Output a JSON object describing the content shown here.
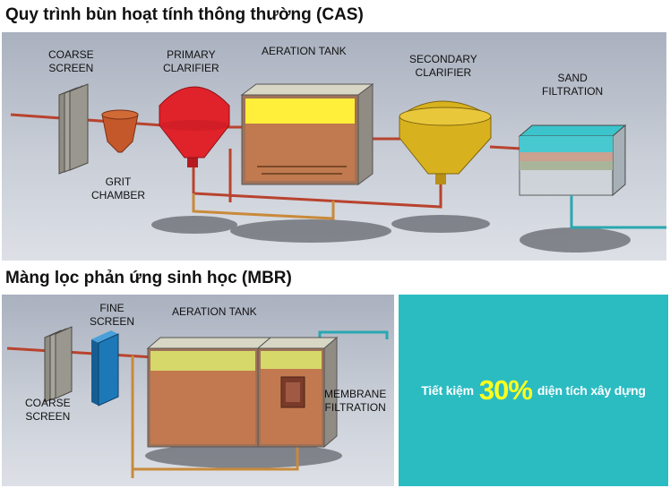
{
  "cas": {
    "title": "Quy trình bùn hoạt tính thông thường (CAS)",
    "labels": {
      "coarse_screen": "COARSE\nSCREEN",
      "grit_chamber": "GRIT\nCHAMBER",
      "primary_clarifier": "PRIMARY\nCLARIFIER",
      "aeration_tank": "AERATION TANK",
      "secondary_clarifier": "SECONDARY\nCLARIFIER",
      "sand_filtration": "SAND\nFILTRATION"
    }
  },
  "mbr": {
    "title": "Màng lọc phản ứng sinh học (MBR)",
    "labels": {
      "fine_screen": "FINE\nSCREEN",
      "aeration_tank": "AERATION TANK",
      "coarse_screen": "COARSE\nSCREEN",
      "membrane_filtration": "MEMBRANE\nFILTRATION"
    }
  },
  "callout": {
    "prefix": "Tiết kiệm",
    "highlight": "30%",
    "suffix": "diện tích xây dựng"
  },
  "colors": {
    "callout_bg": "#2bbcc2",
    "highlight": "#ffff1e",
    "pipe": "#b8432e",
    "primary_clarifier": "#e0222a",
    "aeration_top": "#ffee3a",
    "secondary_clarifier": "#d8b21e",
    "sand_filter": "#3bc4cc",
    "fine_screen": "#1d78b8"
  }
}
